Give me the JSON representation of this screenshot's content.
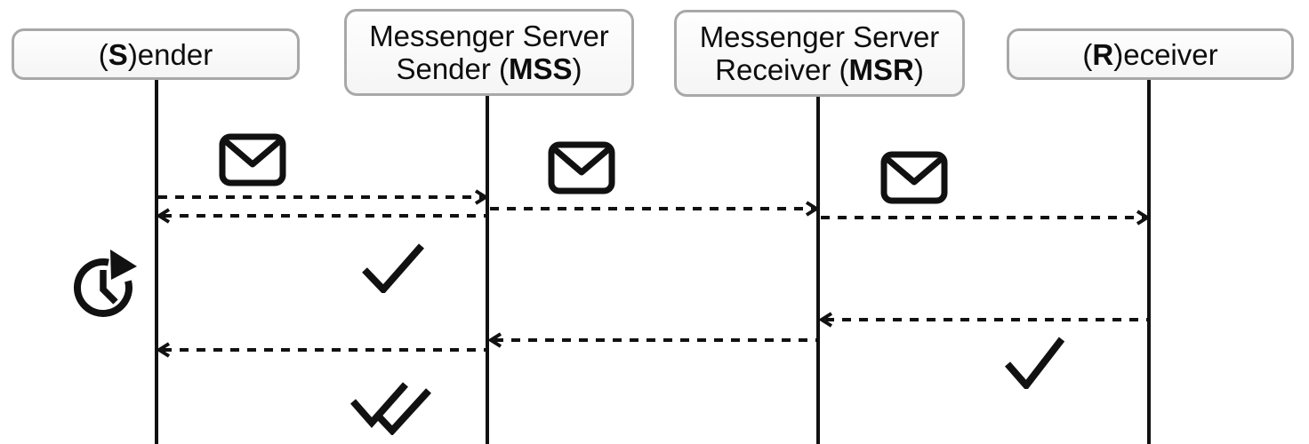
{
  "diagram": {
    "type": "sequence-diagram",
    "actors": [
      {
        "id": "sender",
        "prefix": "(",
        "bold": "S",
        "suffix": ")ender"
      },
      {
        "id": "mss",
        "line1": "Messenger Server",
        "line2_prefix": "Sender (",
        "line2_bold": "MSS",
        "line2_suffix": ")"
      },
      {
        "id": "msr",
        "line1": "Messenger Server",
        "line2_prefix": "Receiver (",
        "line2_bold": "MSR",
        "line2_suffix": ")"
      },
      {
        "id": "receiver",
        "prefix": "(",
        "bold": "R",
        "suffix": ")eceiver"
      }
    ],
    "messages": [
      {
        "from": "Sender",
        "to": "MSS",
        "style": "dashed",
        "icon": "envelope"
      },
      {
        "from": "MSS",
        "to": "MSR",
        "style": "dashed",
        "icon": "envelope"
      },
      {
        "from": "MSS",
        "to": "Sender",
        "style": "dashed",
        "kind": "ack"
      },
      {
        "from": "MSR",
        "to": "Receiver",
        "style": "dashed",
        "icon": "envelope"
      },
      {
        "from": "Receiver",
        "to": "MSR",
        "style": "dashed",
        "kind": "ack"
      },
      {
        "from": "MSR",
        "to": "MSS",
        "style": "dashed",
        "kind": "ack"
      },
      {
        "from": "MSS",
        "to": "Sender",
        "style": "dashed",
        "kind": "ack"
      }
    ],
    "status_icons": [
      {
        "near": "Sender",
        "icon": "clock-pending"
      },
      {
        "near": "MSS",
        "icon": "single-check"
      },
      {
        "near": "Receiver",
        "icon": "single-check"
      },
      {
        "near": "MSS",
        "icon": "double-check"
      }
    ],
    "colors": {
      "stroke": "#111111",
      "box_border": "#a8a8a8",
      "box_fill": "#fbfbfb",
      "background": "#ffffff"
    }
  }
}
